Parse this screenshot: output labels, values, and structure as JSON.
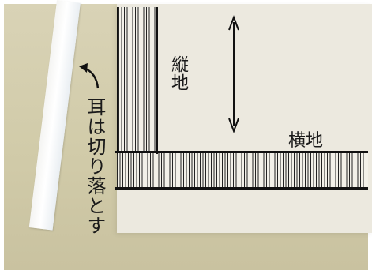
{
  "labels": {
    "warp": "縦地",
    "weft": "横地",
    "cut_selvage": "耳は切り落とす"
  },
  "colors": {
    "board": "#d4ceb0",
    "fabric": "#ece9df",
    "selvage": "#ffffff",
    "ink": "#111111"
  },
  "icons": [
    "double-headed-arrow-icon",
    "curved-arrow-icon"
  ]
}
